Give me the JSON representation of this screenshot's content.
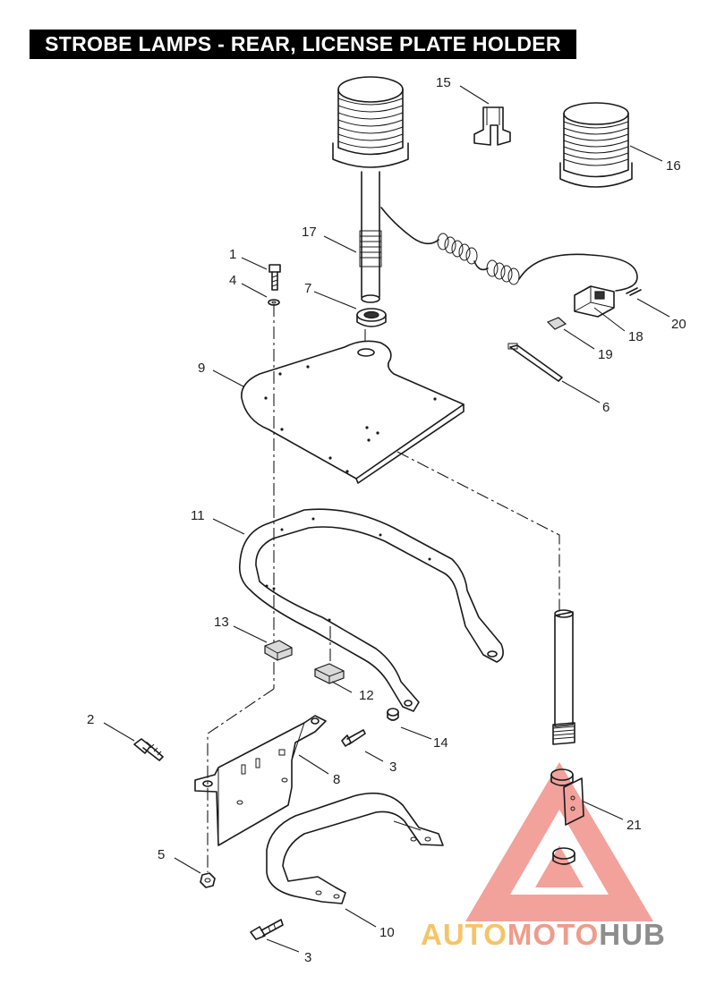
{
  "title": "STROBE LAMPS - REAR, LICENSE PLATE HOLDER",
  "callouts": {
    "c1": "1",
    "c2": "2",
    "c3a": "3",
    "c3b": "3",
    "c4": "4",
    "c5": "5",
    "c6": "6",
    "c7": "7",
    "c8": "8",
    "c9": "9",
    "c10": "10",
    "c11": "11",
    "c12": "12",
    "c13": "13",
    "c14": "14",
    "c15": "15",
    "c16": "16",
    "c17": "17",
    "c18": "18",
    "c19": "19",
    "c20": "20",
    "c21": "21"
  },
  "watermark": {
    "part1": "AUTO",
    "part2": "MOTO",
    "part3": "HUB",
    "colors": {
      "auto": "#f6c467",
      "moto": "#ef9c8a",
      "hub": "#8d8d8d",
      "triangle": "#e8554a"
    }
  },
  "colors": {
    "ink": "#1a1a1a",
    "title_bg": "#000000",
    "title_fg": "#ffffff"
  }
}
